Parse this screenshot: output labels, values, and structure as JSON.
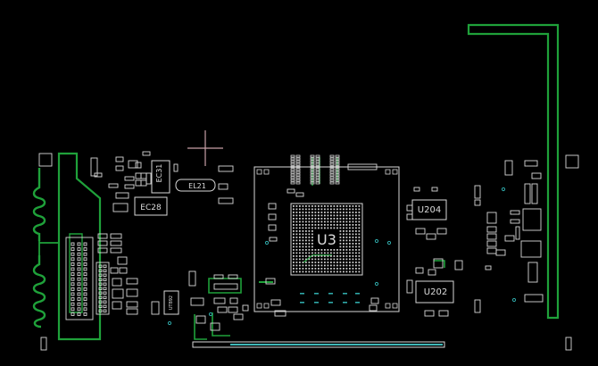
{
  "viewer": {
    "background": "#000000",
    "colors": {
      "silkscreen": "#d8d8d8",
      "copper_trace": "#1fa13a",
      "bus_edge": "#3fb8b8",
      "via": "#2fa8a8",
      "cursor": "#c9a0a8"
    },
    "cursor_icon": "crosshair-cursor-icon"
  },
  "labels": {
    "u3": "U3",
    "u204": "U204",
    "u202": "U202",
    "el21": "EL21",
    "ec28": "EC28",
    "ec31": "EC31",
    "ut892": "UT892"
  }
}
